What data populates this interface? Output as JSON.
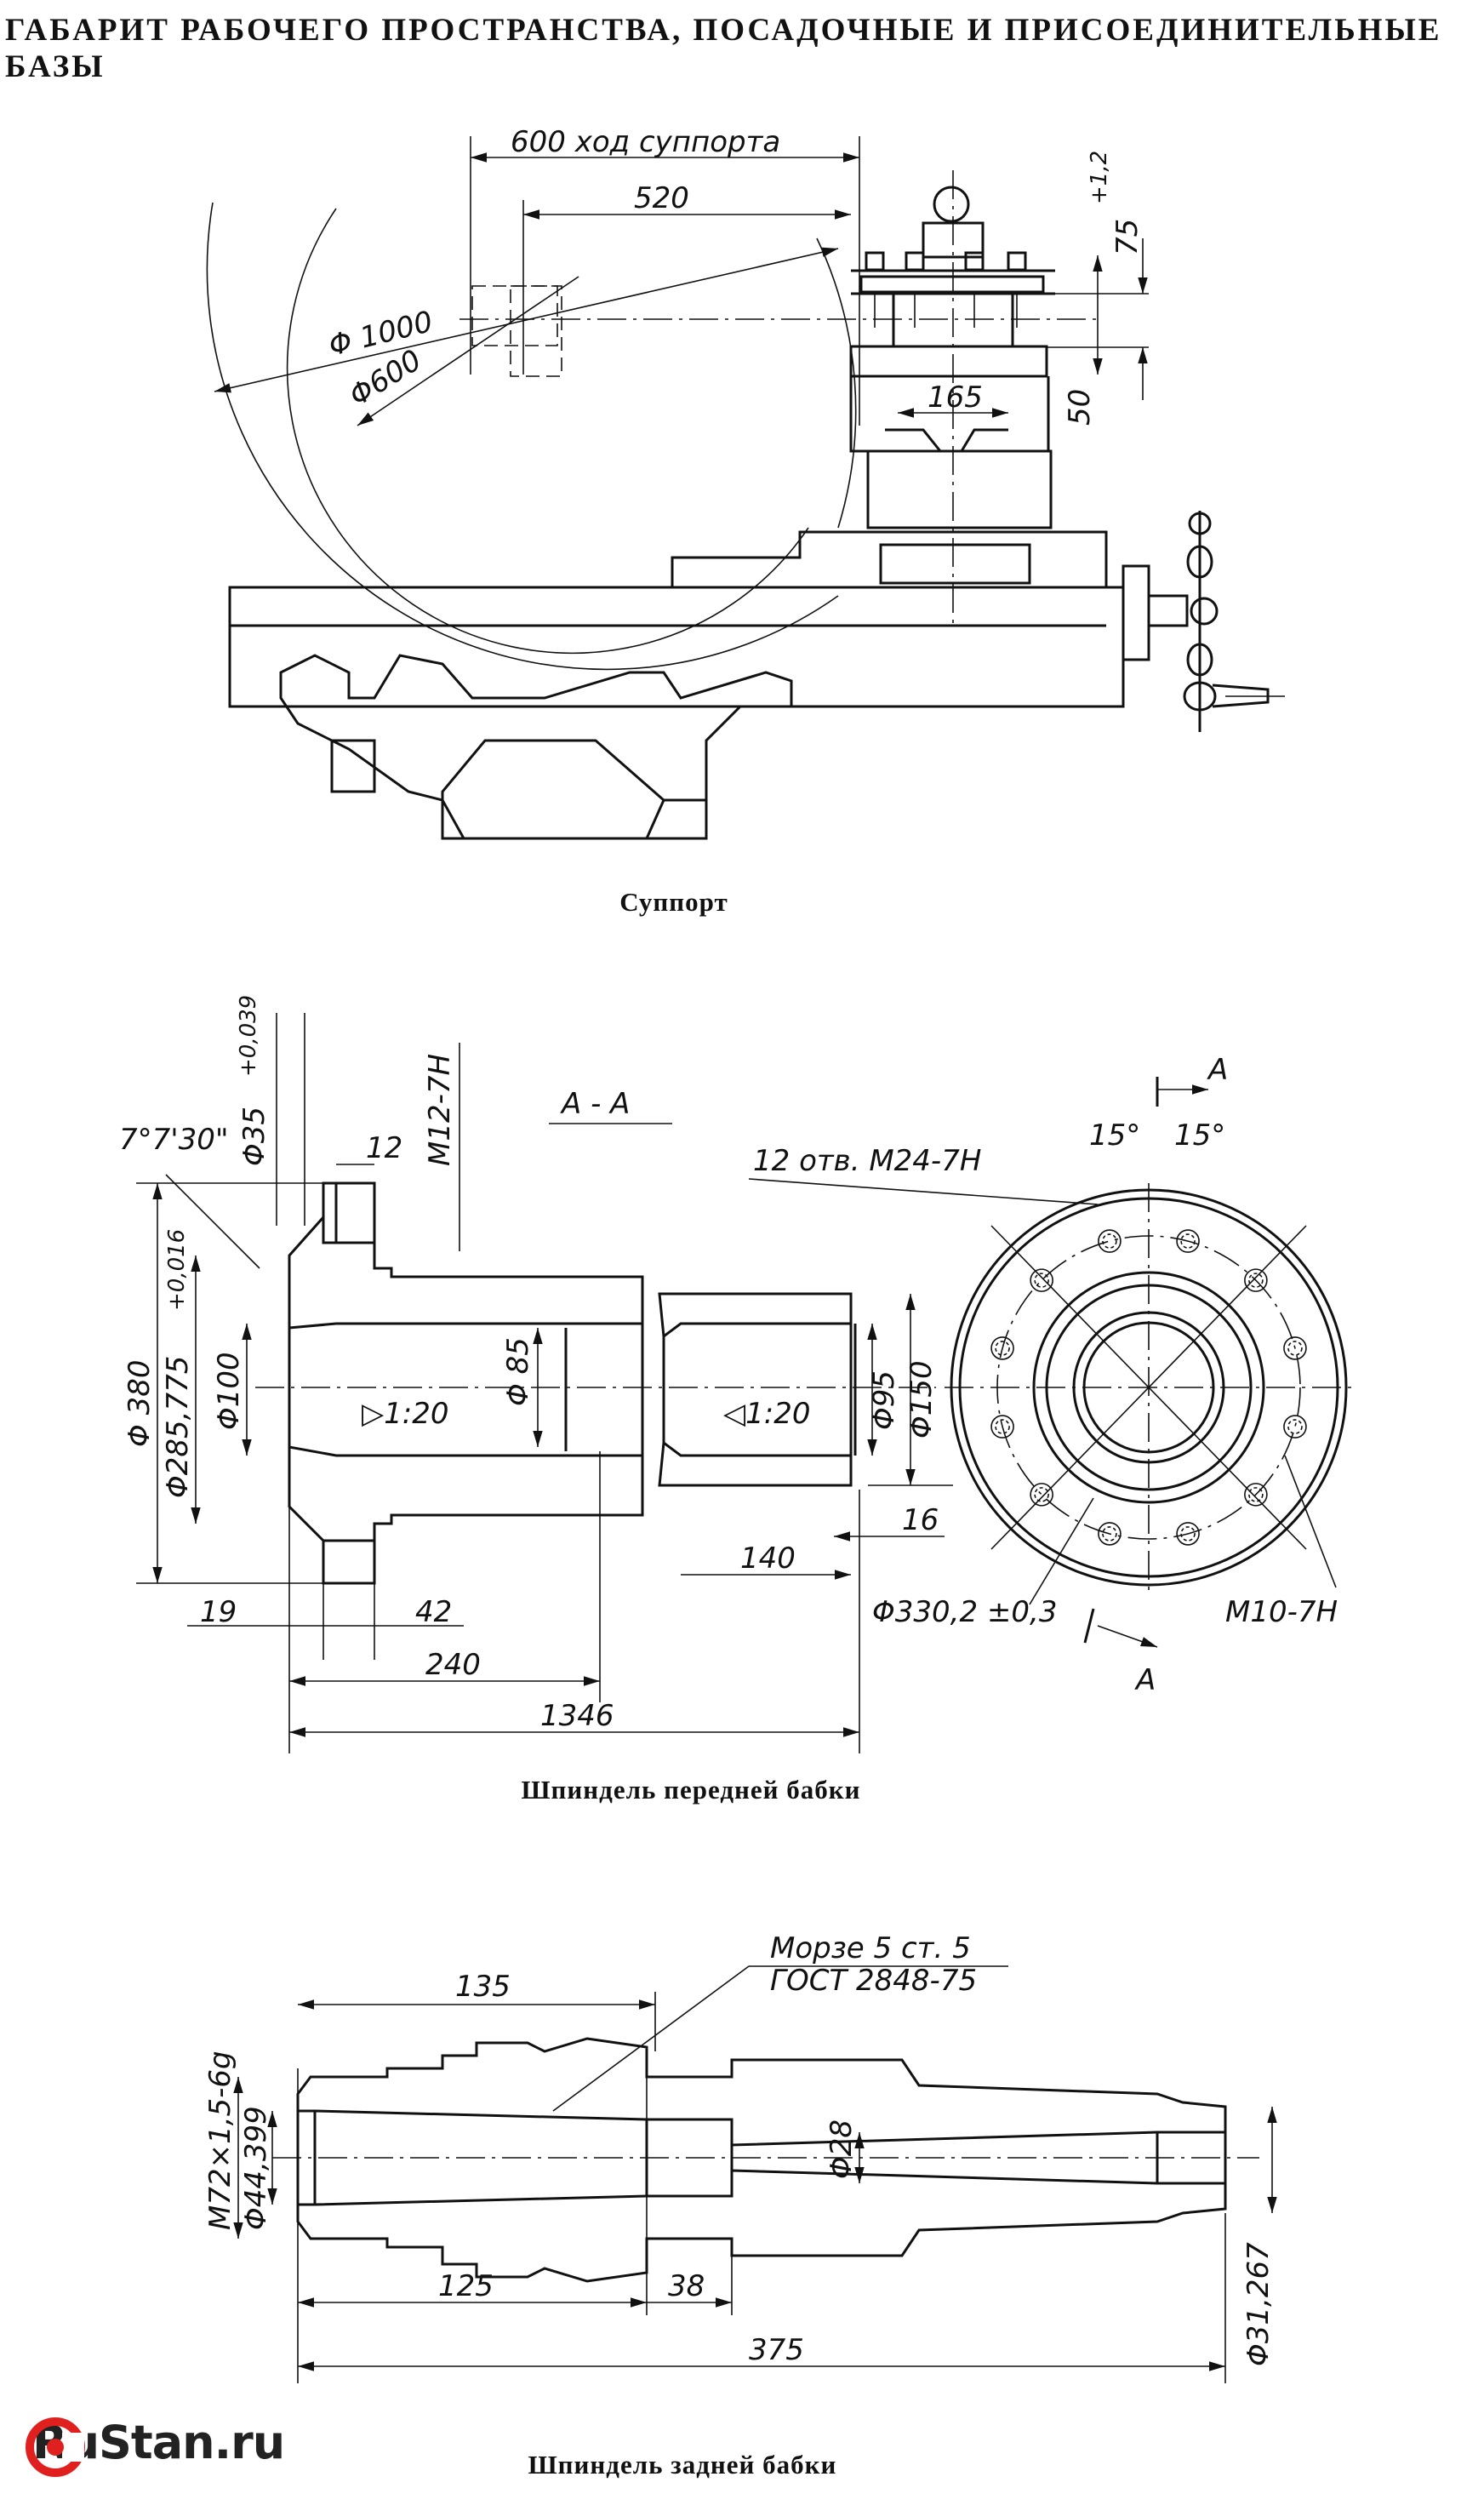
{
  "title": "ГАБАРИТ РАБОЧЕГО ПРОСТРАНСТВА, ПОСАДОЧНЫЕ И ПРИСОЕДИНИТЕЛЬНЫЕ БАЗЫ",
  "captions": {
    "support": "Суппорт",
    "headstock_spindle": "Шпиндель передней бабки",
    "tailstock_spindle": "Шпиндель задней бабки"
  },
  "support": {
    "stroke": "600 ход суппорта",
    "d520": "520",
    "d1000": "Φ 1000",
    "d600": "Φ600",
    "d165": "165",
    "d50": "50",
    "d75": "75",
    "d75_tol": "+1,2"
  },
  "headstock": {
    "section": "А - А",
    "angle": "7°7'30\"",
    "d35": "Φ35",
    "d35_tol": "+0,039",
    "d12": "12",
    "m12": "M12-7H",
    "d380": "Φ 380",
    "d285": "Φ285,775",
    "d285_tol": "+0,016",
    "d100": "Φ100",
    "taper_left": "▷1:20",
    "d85": "Φ 85",
    "taper_right": "◁1:20",
    "d95": "Φ95",
    "d150": "Φ150",
    "d16": "16",
    "d140": "140",
    "d19": "19",
    "d42": "42",
    "d240": "240",
    "d1346": "1346",
    "holes": "12 отв. M24-7H",
    "angle15a": "15°",
    "angle15b": "15°",
    "section_a": "А",
    "d330": "Φ330,2 ±0,3",
    "m10": "M10-7H"
  },
  "tailstock": {
    "morse1": "Морзе 5 ст. 5",
    "morse2": "ГОСТ 2848-75",
    "d135": "135",
    "m72": "M72×1,5-6g",
    "d44": "Φ44,399",
    "d28": "Φ28",
    "d125": "125",
    "d38": "38",
    "d375": "375",
    "d31": "Φ31,267"
  },
  "logo": {
    "text": "RuStan.ru",
    "color": "#e0201e"
  }
}
